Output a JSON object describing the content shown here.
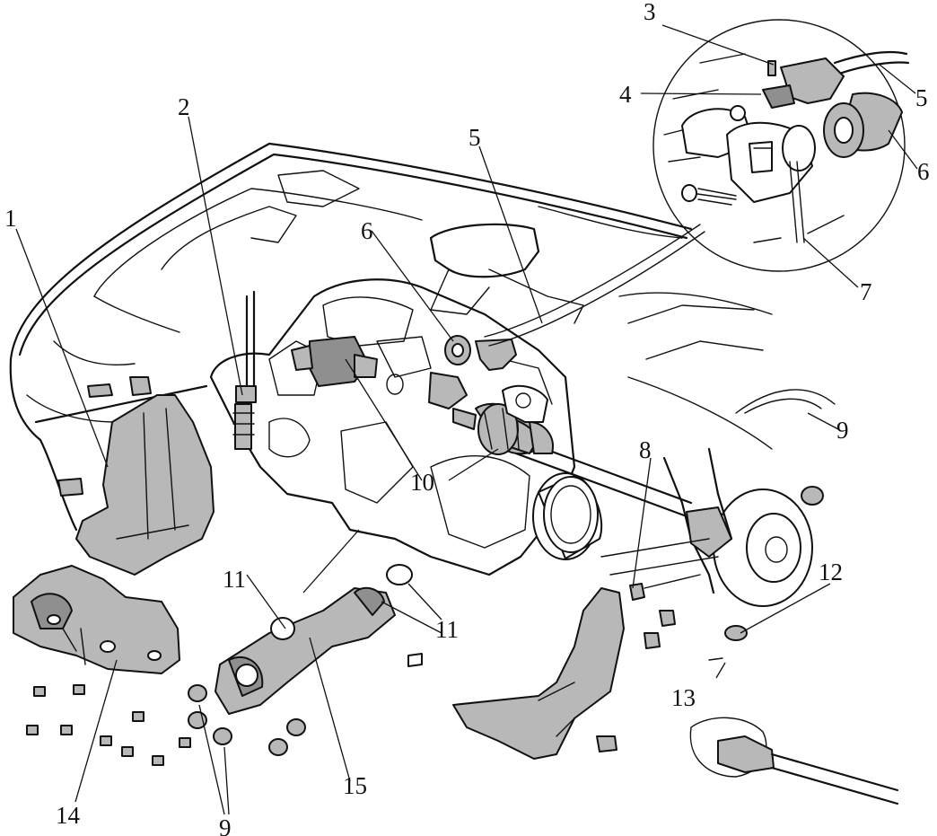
{
  "callouts": {
    "c1": "1",
    "c2": "2",
    "c3": "3",
    "c4": "4",
    "c5a": "5",
    "c5b": "5",
    "c6a": "6",
    "c6b": "6",
    "c7": "7",
    "c8": "8",
    "c9a": "9",
    "c9b": "9",
    "c10": "10",
    "c11a": "11",
    "c11b": "11",
    "c12": "12",
    "c13": "13",
    "c14": "14",
    "c15": "15"
  },
  "colors": {
    "line": "#111111",
    "part_fill": "#b8b8b8",
    "dark_fill": "#8f8f8f",
    "background": "#ffffff"
  }
}
